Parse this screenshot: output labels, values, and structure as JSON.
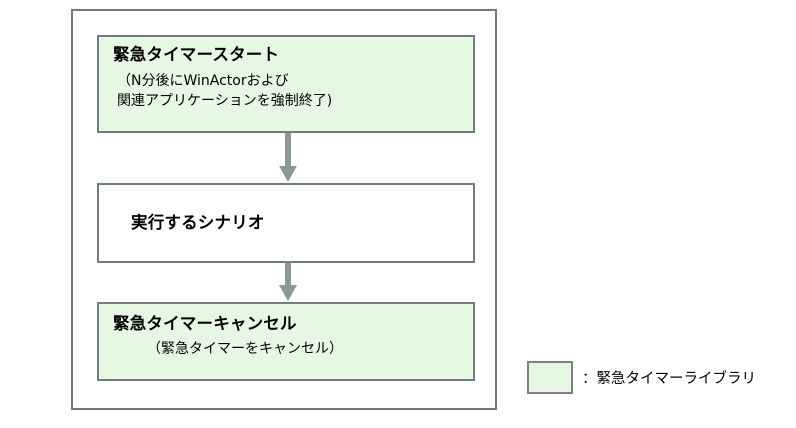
{
  "diagram": {
    "type": "flowchart",
    "colors": {
      "library_fill": "#e6f8e4",
      "box_border": "#707f78",
      "frame_border": "#6f7d76",
      "arrow": "#8a9a90",
      "legend_swatch_border": "#808080",
      "background": "#ffffff",
      "text": "#000000"
    },
    "nodes": [
      {
        "id": "node-start",
        "title": "緊急タイマースタート",
        "subtitle": "（N分後にWinActorおよび\n関連アプリケーションを強制終了)",
        "fill": "library"
      },
      {
        "id": "node-scenario",
        "title": "実行するシナリオ",
        "subtitle": "",
        "fill": "plain"
      },
      {
        "id": "node-cancel",
        "title": "緊急タイマーキャンセル",
        "subtitle": "（緊急タイマーをキャンセル）",
        "fill": "library"
      }
    ],
    "arrows": [
      {
        "id": "arrow-1",
        "from": "node-start",
        "to": "node-scenario",
        "direction": "down"
      },
      {
        "id": "arrow-2",
        "from": "node-scenario",
        "to": "node-cancel",
        "direction": "down"
      }
    ],
    "legend": {
      "swatch_fill": "#e6f8e4",
      "label": "：緊急タイマーライブラリ"
    }
  }
}
